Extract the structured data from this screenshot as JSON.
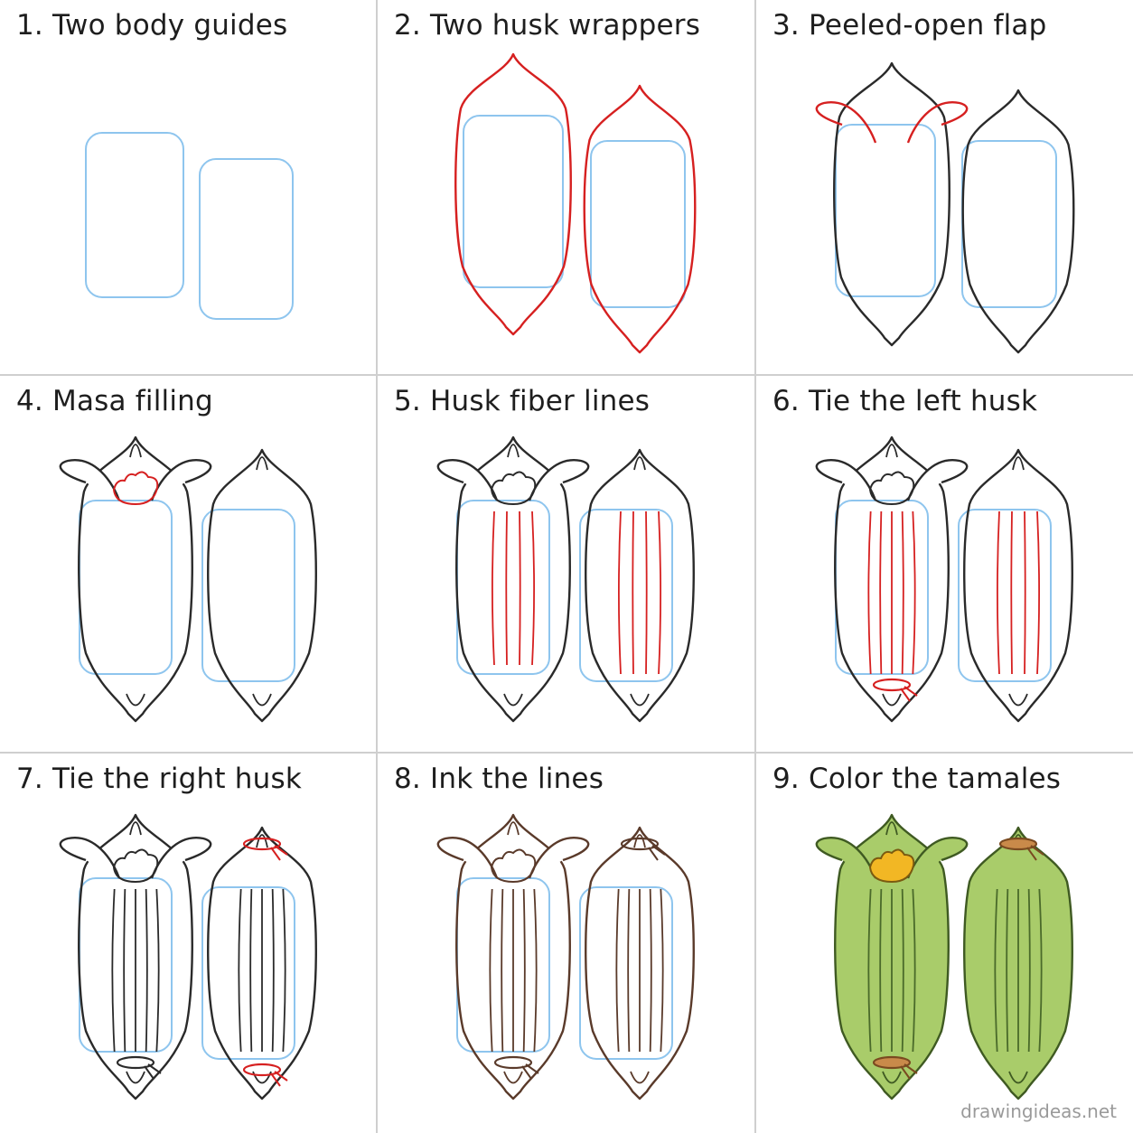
{
  "steps": [
    {
      "title": "1. Two body guides"
    },
    {
      "title": "2. Two husk wrappers"
    },
    {
      "title": "3. Peeled-open flap"
    },
    {
      "title": "4. Masa filling"
    },
    {
      "title": "5. Husk fiber lines"
    },
    {
      "title": "6. Tie the left husk"
    },
    {
      "title": "7. Tie the right husk"
    },
    {
      "title": "8. Ink the lines"
    },
    {
      "title": "9. Color the tamales"
    }
  ],
  "watermark": "drawingideas.net",
  "colors": {
    "guide": "#8ec5ee",
    "highlight": "#d62020",
    "outline": "#2a2a2a",
    "ink": "#5a3a2a",
    "husk_fill": "#a9cc6a",
    "masa_fill": "#f2b724",
    "string_fill": "#c98a4a",
    "divider": "#cfcfcf"
  }
}
